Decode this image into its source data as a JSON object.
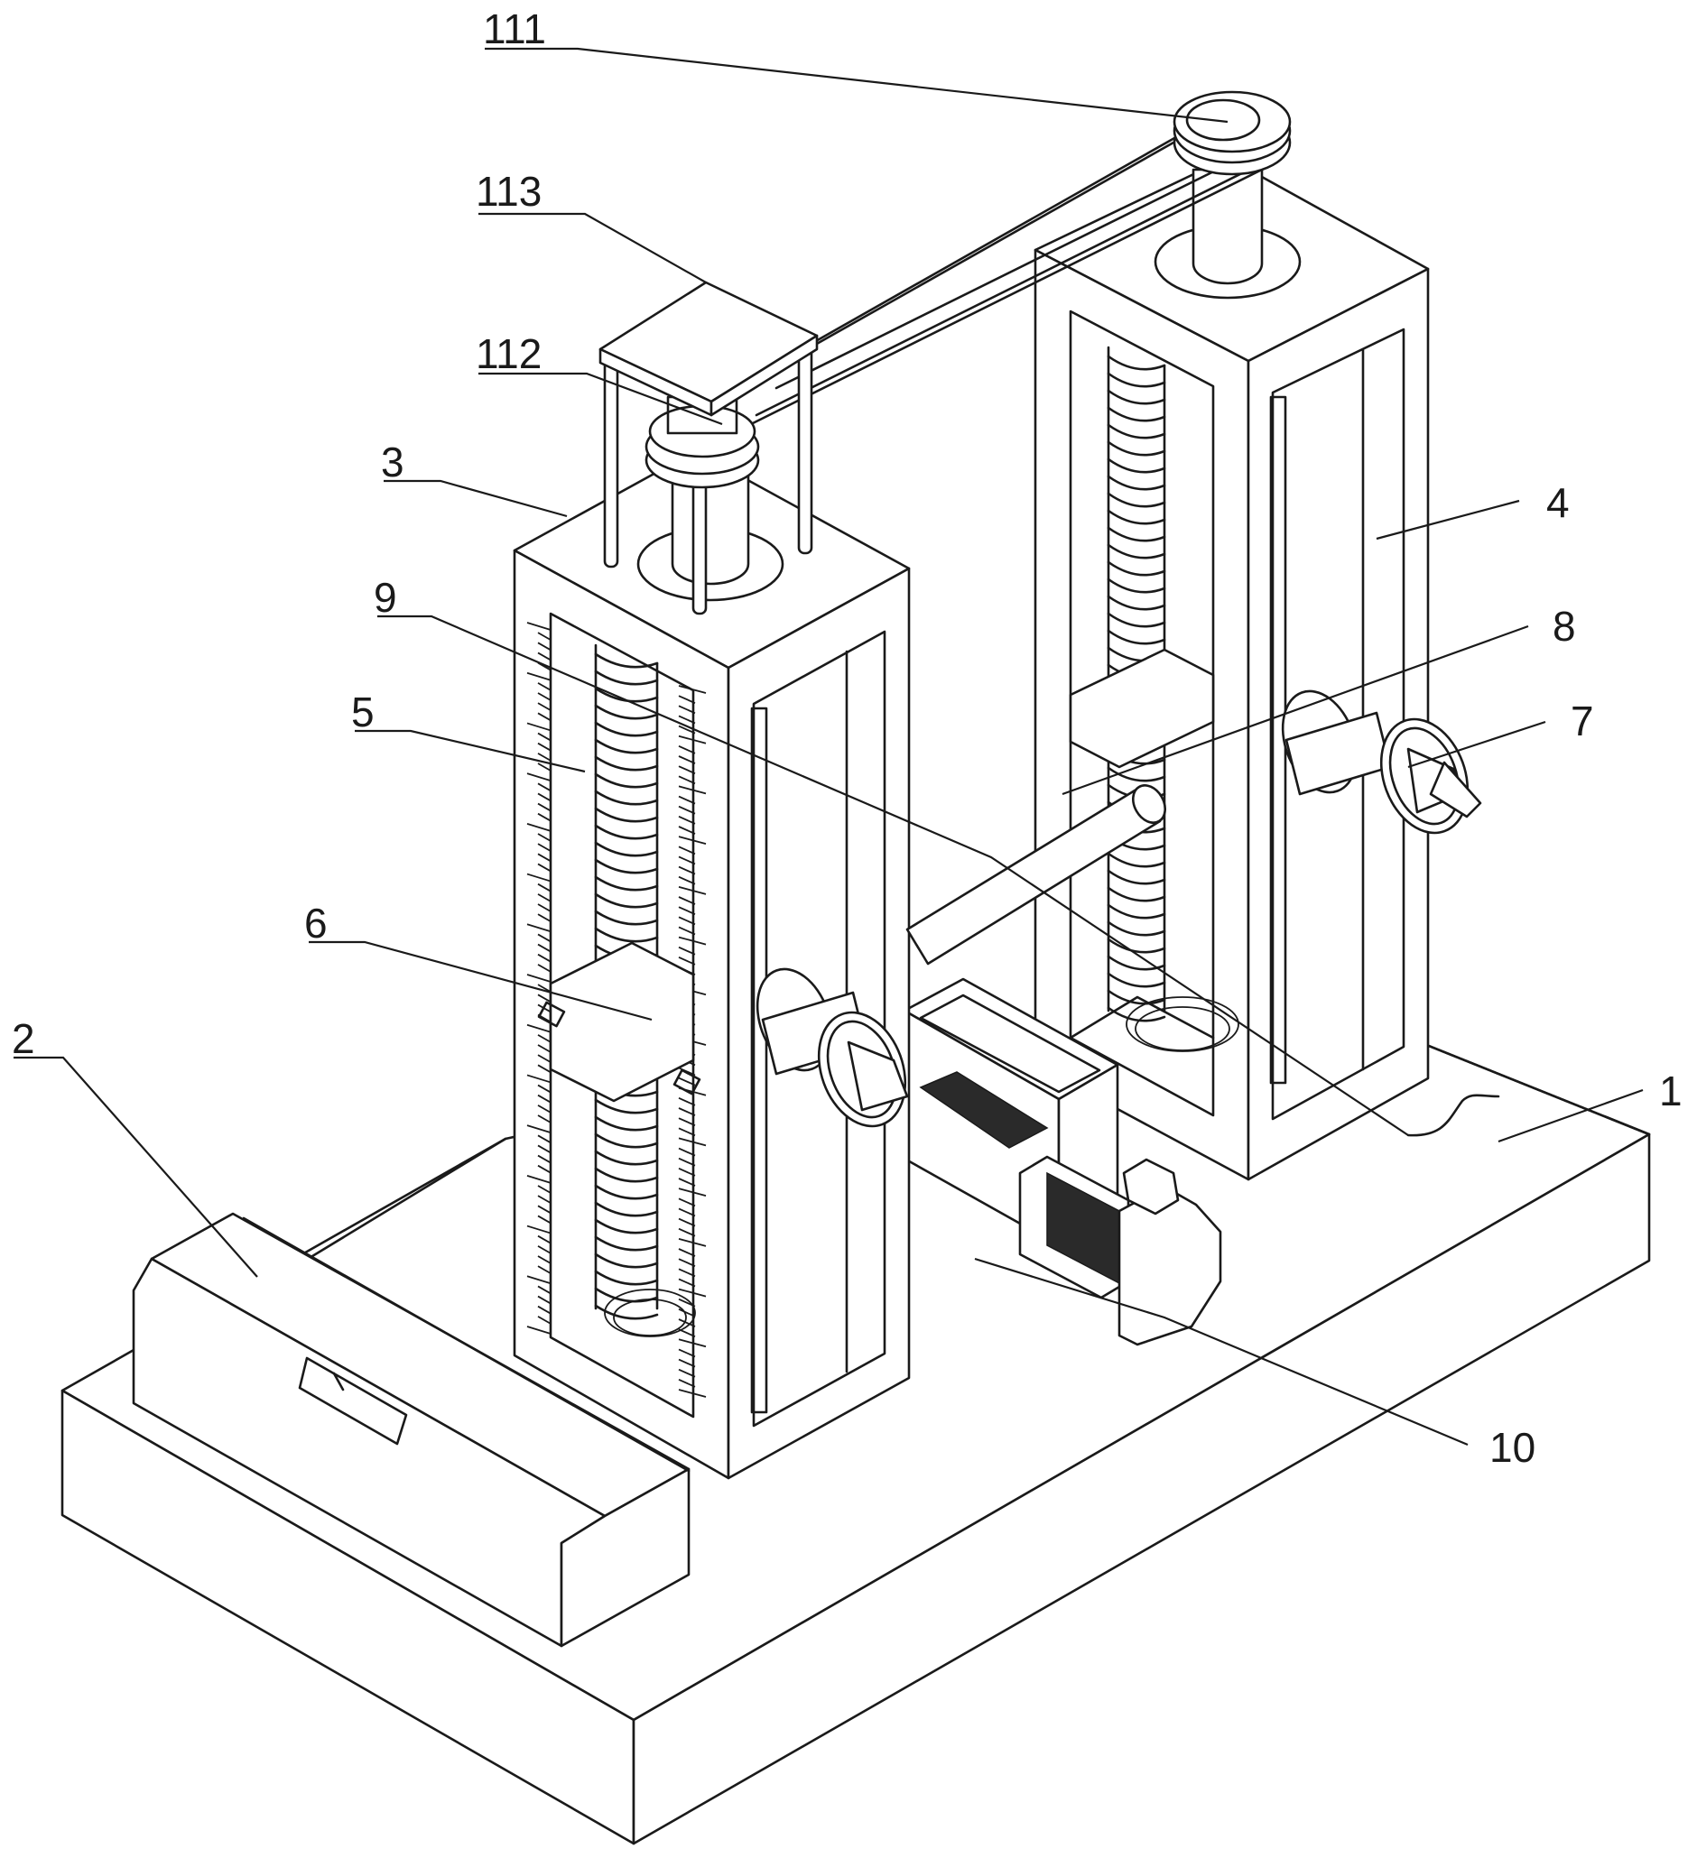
{
  "figure": {
    "type": "patent-isometric-drawing",
    "line_color": "#1a1a1a",
    "background": "#ffffff"
  },
  "labels": [
    {
      "id": "1",
      "text": "1",
      "part": "base"
    },
    {
      "id": "2",
      "text": "2",
      "part": "front-box"
    },
    {
      "id": "3",
      "text": "3",
      "part": "left-column"
    },
    {
      "id": "4",
      "text": "4",
      "part": "right-column"
    },
    {
      "id": "5",
      "text": "5",
      "part": "left-frame-window"
    },
    {
      "id": "6",
      "text": "6",
      "part": "left-lead-screw"
    },
    {
      "id": "7",
      "text": "7",
      "part": "right-cone-chuck"
    },
    {
      "id": "8",
      "text": "8",
      "part": "test-shaft"
    },
    {
      "id": "9",
      "text": "9",
      "part": "connecting-line"
    },
    {
      "id": "10",
      "text": "10",
      "part": "motor"
    },
    {
      "id": "111",
      "text": "111",
      "part": "driven-pulley"
    },
    {
      "id": "112",
      "text": "112",
      "part": "drive-pulley"
    },
    {
      "id": "113",
      "text": "113",
      "part": "top-cover-plate"
    }
  ],
  "scale_ruler": {
    "major_ticks": 14,
    "minor_per_major": 5
  }
}
